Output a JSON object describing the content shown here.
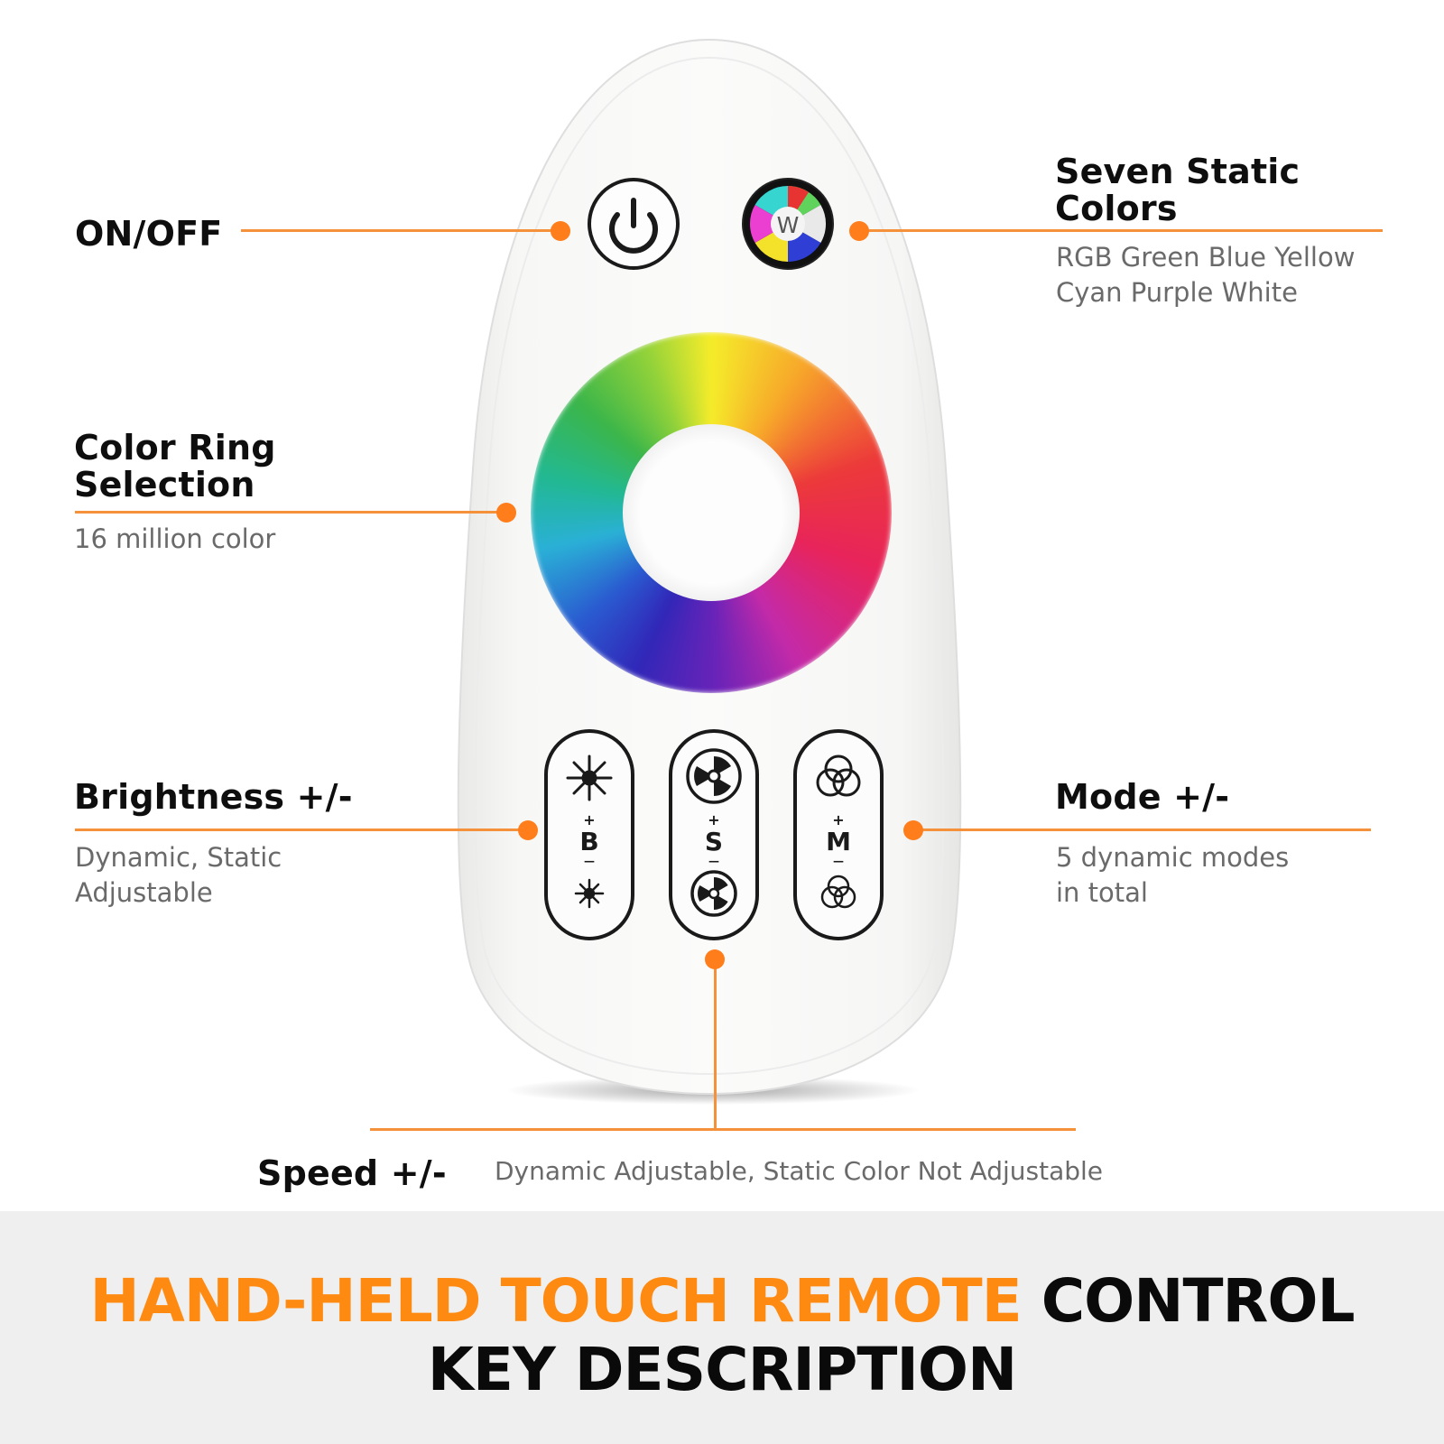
{
  "labels": {
    "on_off": {
      "title": "ON/OFF"
    },
    "seven_colors": {
      "title_line1": "Seven Static",
      "title_line2": "Colors",
      "desc_line1": "RGB Green Blue Yellow",
      "desc_line2": "Cyan Purple White"
    },
    "color_ring": {
      "title_line1": "Color Ring",
      "title_line2": "Selection",
      "desc_line1": "16 million color"
    },
    "brightness": {
      "title": "Brightness +/-",
      "desc_line1": "Dynamic, Static",
      "desc_line2": "Adjustable"
    },
    "mode": {
      "title": "Mode +/-",
      "desc_line1": "5 dynamic modes",
      "desc_line2": "in total"
    },
    "speed": {
      "title": "Speed +/-",
      "desc": "Dynamic Adjustable, Static Color Not Adjustable"
    }
  },
  "remote": {
    "white_button_letter": "W",
    "brightness_key": {
      "plus": "+",
      "letter": "B",
      "minus": "—"
    },
    "speed_key": {
      "plus": "+",
      "letter": "S",
      "minus": "—"
    },
    "mode_key": {
      "plus": "+",
      "letter": "M",
      "minus": "—"
    },
    "icons": {
      "power": "power-icon",
      "color_wheel": "color-wheel-icon",
      "brightness_up": "sun-large-icon",
      "brightness_down": "sun-small-icon",
      "speed_up": "fan-large-icon",
      "speed_down": "fan-small-icon",
      "mode_up": "circles-large-icon",
      "mode_down": "circles-small-icon"
    }
  },
  "banner": {
    "title_orange": "HAND-HELD TOUCH REMOTE",
    "title_black": "CONTROL",
    "subtitle": "KEY DESCRIPTION"
  },
  "colors": {
    "accent_orange": "#ff8a12",
    "callout_line": "#f5913a",
    "heading_text": "#0e0e0e",
    "description_text": "#6a6a6a",
    "banner_background": "#efefef"
  }
}
